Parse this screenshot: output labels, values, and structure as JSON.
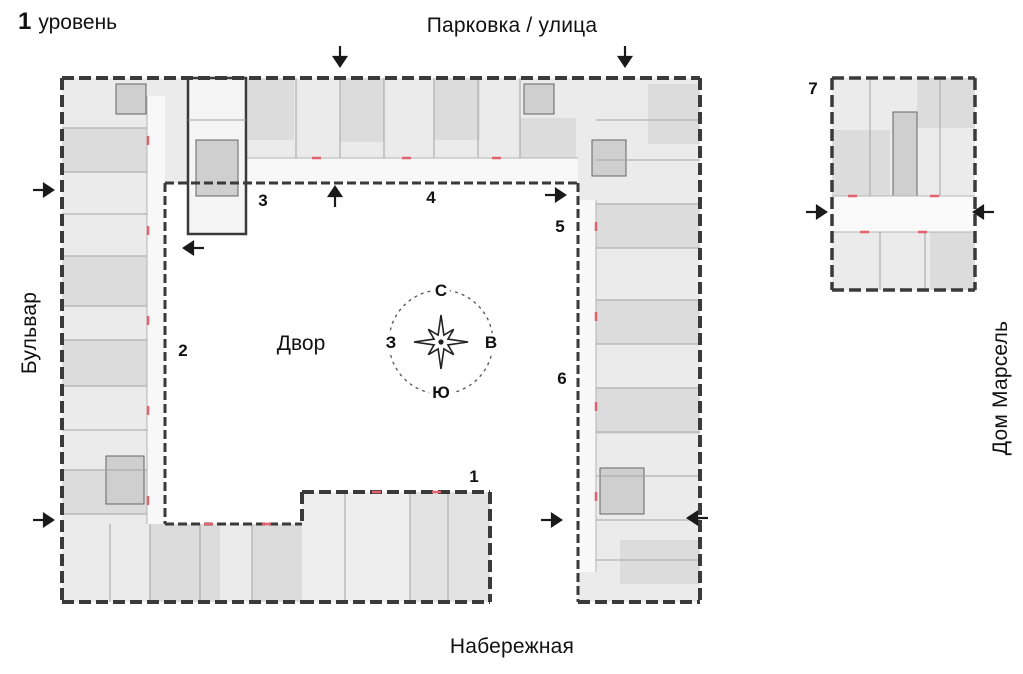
{
  "title": {
    "number": "1",
    "text": "уровень"
  },
  "streets": {
    "top": "Парковка / улица",
    "left": "Бульвар",
    "bottom": "Набережная",
    "right": "Дом Марсель"
  },
  "courtyard_label": "Двор",
  "compass": {
    "n": "С",
    "e": "В",
    "s": "Ю",
    "w": "З"
  },
  "section_numbers": {
    "s1": "1",
    "s2": "2",
    "s3": "3",
    "s4": "4",
    "s5": "5",
    "s6": "6",
    "s7": "7"
  },
  "colors": {
    "wall": "#3a3a3a",
    "room_fill": "#ebebeb",
    "room_dark": "#dcdcdc",
    "stair_fill": "#cfcfcf",
    "door_mark": "#e0636e",
    "text": "#111111"
  }
}
